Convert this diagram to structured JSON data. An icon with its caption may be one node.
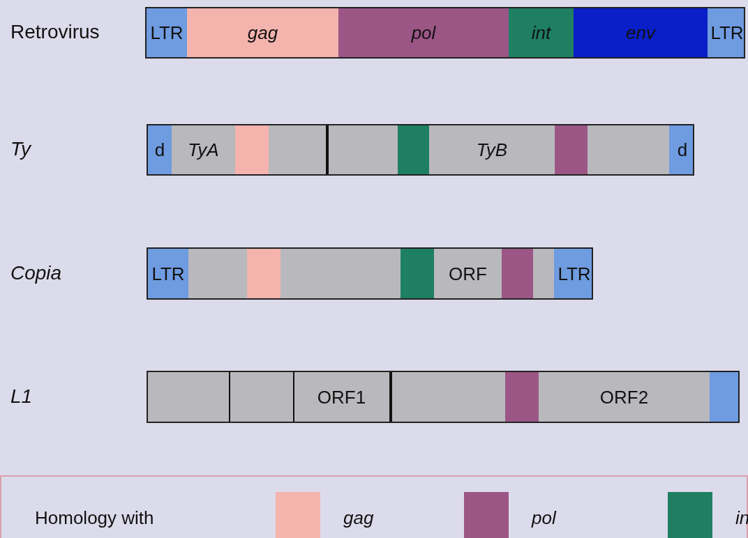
{
  "diagram": {
    "nodes": [
      {
        "text": [],
        "shape": "bar"
      },
      {
        "text": [
          "LTR"
        ],
        "in": 0
      },
      {
        "text": [
          "gag"
        ],
        "in": 0
      },
      {
        "text": [
          "pol"
        ],
        "in": 0
      },
      {
        "text": [
          "int"
        ],
        "in": 0
      },
      {
        "text": [
          "env"
        ],
        "in": 0
      },
      {
        "text": [
          "LTR"
        ],
        "in": 0
      },
      {
        "text": [],
        "shape": "bar"
      },
      {
        "text": [
          "d"
        ],
        "in": 7
      },
      {
        "text": [
          "TyA"
        ],
        "in": 7
      },
      {
        "text": [],
        "shape": "bar",
        "in": 7
      },
      {
        "text": [],
        "shape": "bar",
        "in": 7
      },
      {
        "text": [
          "TyB"
        ],
        "in": 7
      },
      {
        "text": [],
        "shape": "bar",
        "in": 7
      },
      {
        "text": [
          "d"
        ],
        "in": 7
      },
      {
        "text": [],
        "shape": "bar"
      },
      {
        "text": [
          "LTR"
        ],
        "in": 15
      },
      {
        "text": [],
        "shape": "bar",
        "in": 15
      },
      {
        "text": [],
        "shape": "bar",
        "in": 15
      },
      {
        "text": [
          "ORF"
        ],
        "in": 15
      },
      {
        "text": [],
        "shape": "bar",
        "in": 15
      },
      {
        "text": [
          "LTR"
        ],
        "in": 15
      },
      {
        "text": [],
        "shape": "bar"
      },
      {
        "text": [
          "ORF1"
        ],
        "in": 22
      },
      {
        "text": [],
        "shape": "bar",
        "in": 22
      },
      {
        "text": [
          "ORF2"
        ],
        "in": 22
      },
      {
        "text": [],
        "shape": "bar",
        "in": 22
      }
    ],
    "labels": [
      "Retrovirus",
      "Ty",
      "Copia",
      "L1",
      "Homology with"
    ],
    "legend": [
      {
        "text": "gag",
        "color": "#f4b3ad"
      },
      {
        "text": "pol",
        "color": "#9c5686"
      },
      {
        "text": "in",
        "color": "#1f7f63"
      }
    ]
  }
}
